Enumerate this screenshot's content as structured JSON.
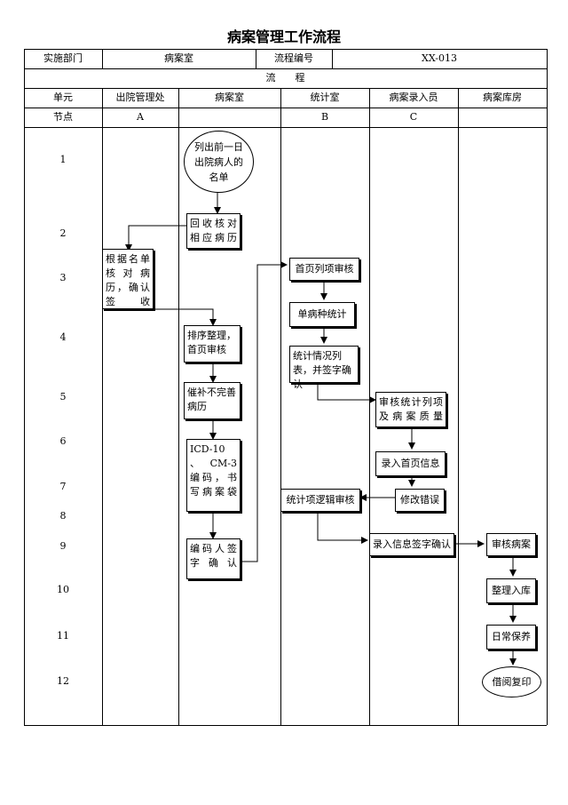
{
  "title": "病案管理工作流程",
  "header": {
    "dept_label": "实施部门",
    "dept_value": "病案室",
    "code_label": "流程编号",
    "code_value": "XX-013",
    "flow_label": "流　　程"
  },
  "columns": {
    "unit_label": "单元",
    "node_label": "节点",
    "units": [
      "出院管理处",
      "病案室",
      "统计室",
      "病案录入员",
      "病案库房"
    ],
    "nodes": [
      "A",
      "",
      "B",
      "C",
      ""
    ]
  },
  "rows": [
    "1",
    "2",
    "3",
    "4",
    "5",
    "6",
    "7",
    "8",
    "9",
    "10",
    "11",
    "12"
  ],
  "steps": {
    "s1": "列出前一日出院病人的名单",
    "s2": "回收核对相应病历",
    "s3": "根据名单核对病历，确认签收",
    "s4": "排序整理，首页审核",
    "s5": "催补不完善病历",
    "s6": "ICD-10 、CM-3 编码，书写病案袋",
    "s7": "编码人签字确认",
    "s8": "首页列项审核",
    "s9": "单病种统计",
    "s10": "统计情况列表，并签字确认",
    "s11": "审核统计列项及病案质量",
    "s12": "录入首页信息",
    "s13": "修改错误",
    "s14": "统计项逻辑审核",
    "s15": "录入信息签字确认",
    "s16": "审核病案",
    "s17": "整理入库",
    "s18": "日常保养",
    "s19": "借阅复印"
  }
}
